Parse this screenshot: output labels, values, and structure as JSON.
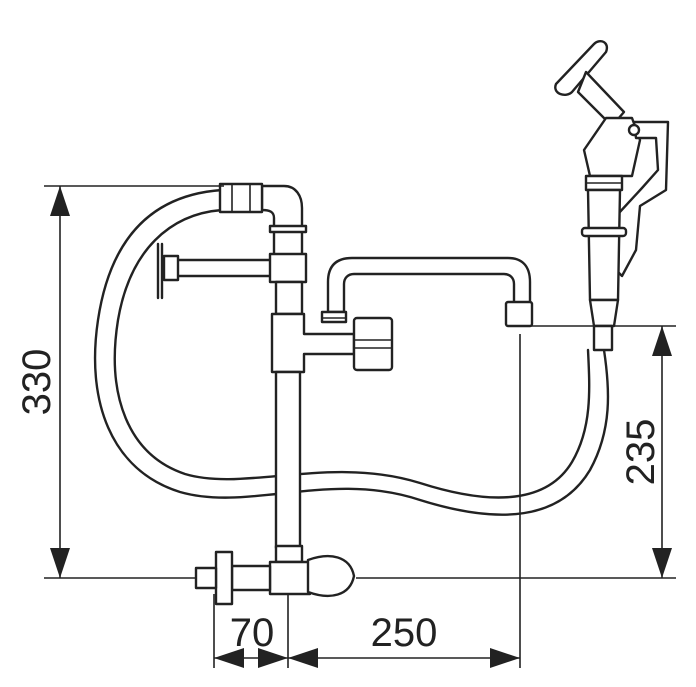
{
  "dimensions": {
    "height_total": "330",
    "height_spout": "235",
    "offset_left": "70",
    "offset_right": "250"
  },
  "colors": {
    "line": "#222222",
    "background": "#ffffff"
  }
}
